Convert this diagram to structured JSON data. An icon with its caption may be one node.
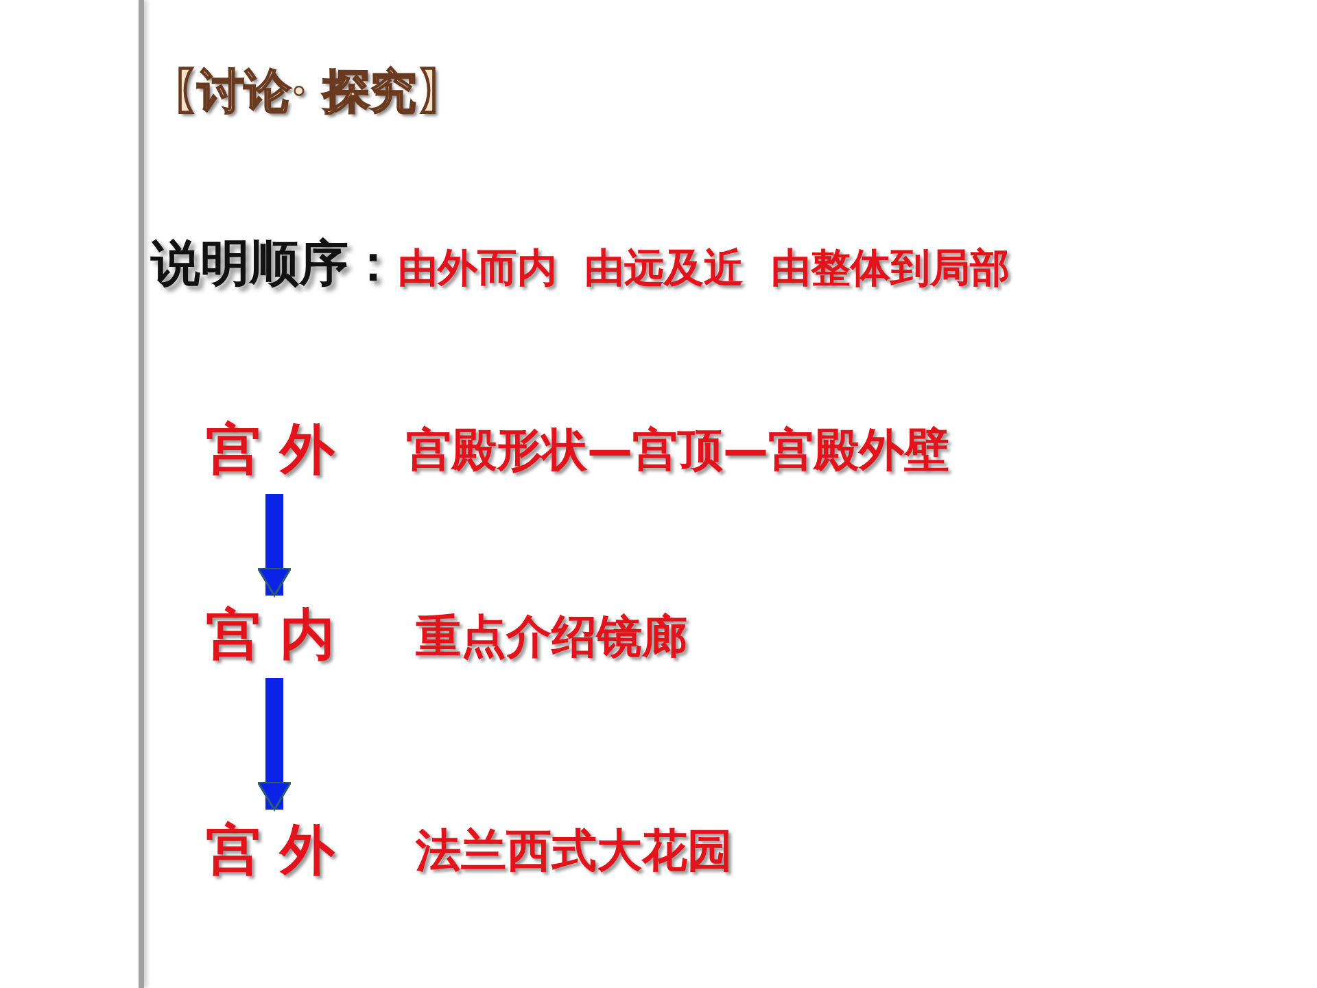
{
  "diagram": {
    "title": "【讨论· 探究】",
    "nodes": [
      {
        "text": [
          "宫 外"
        ],
        "beside": [
          "宫殿形状—宫顶—宫殿外壁"
        ]
      },
      {
        "text": [
          "宫 内"
        ],
        "beside": [
          "重点介绍镜廊"
        ]
      },
      {
        "text": [
          "宫 外"
        ],
        "beside": [
          "法兰西式大花园"
        ]
      }
    ],
    "edges": [
      {
        "from": 0,
        "to": 1,
        "arrow": "to",
        "color": "#0a23e6"
      },
      {
        "from": 1,
        "to": 2,
        "arrow": "to",
        "color": "#0a23e6"
      }
    ],
    "labels": [
      "说明顺序：",
      "由外而内",
      "由远及近",
      "由整体到局部"
    ]
  }
}
